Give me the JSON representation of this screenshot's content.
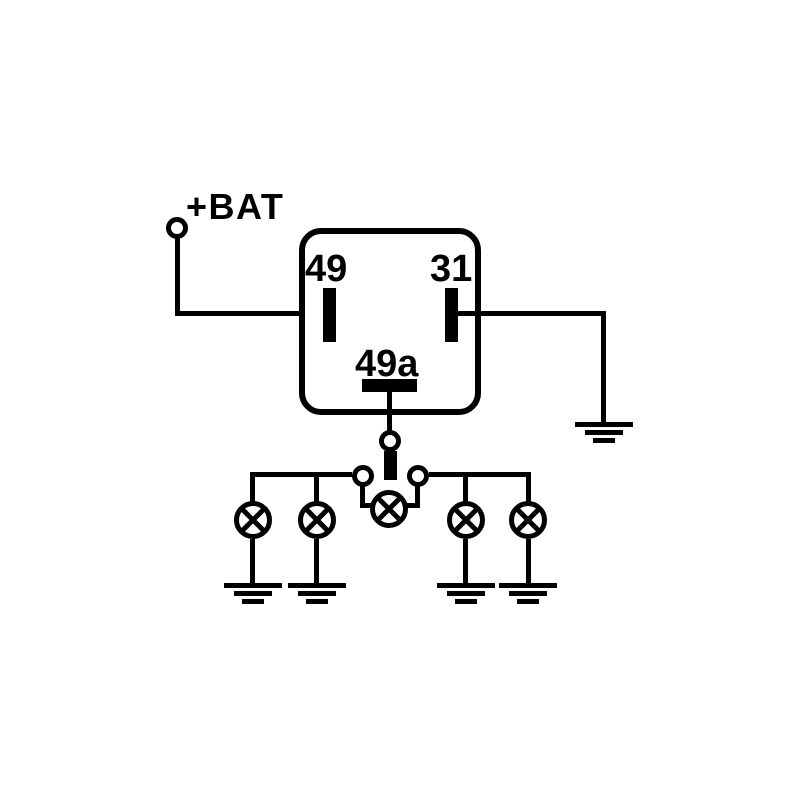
{
  "labels": {
    "battery": "+BAT",
    "terminal_49": "49",
    "terminal_31": "31",
    "terminal_49a": "49a"
  },
  "colors": {
    "ink": "#000000",
    "paper": "#ffffff"
  },
  "structure": {
    "relay_terminals": [
      "49",
      "31",
      "49a"
    ],
    "battery_feed_terminal": "49",
    "ground_terminal": "31",
    "load_terminal": "49a",
    "lamp_count": 5,
    "ground_symbol_count": 5
  }
}
